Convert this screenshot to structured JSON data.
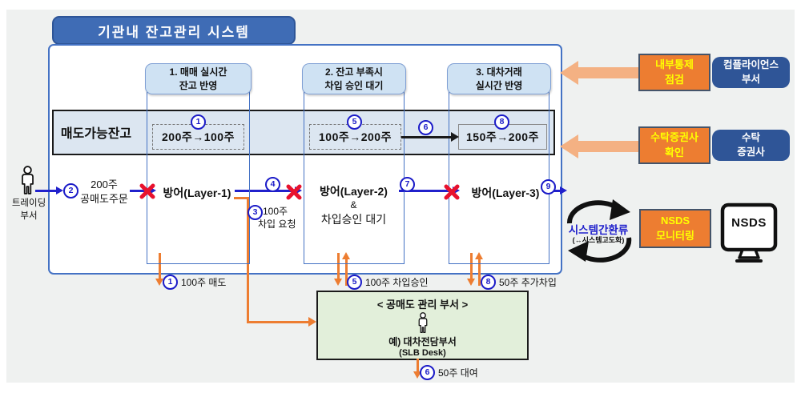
{
  "title": "기관내 잔고관리 시스템",
  "panel": {
    "band_label": "매도가능잔고",
    "columns": [
      {
        "header1": "1. 매매 실시간",
        "header2": "잔고 반영",
        "badge": "1",
        "cell": "200주→100주"
      },
      {
        "header1": "2. 잔고 부족시",
        "header2": "차입 승인 대기",
        "badge": "5",
        "cell": "100주→200주"
      },
      {
        "header1": "3. 대차거래",
        "header2": "실시간 반영",
        "badge": "8",
        "cell": "150주→200주"
      }
    ],
    "cell_flow_badge": "6"
  },
  "flow": {
    "actor1": "트레이딩",
    "actor2": "부서",
    "badge2": "2",
    "order1": "200주",
    "order2": "공매도주문",
    "layer1": "방어(Layer-1)",
    "badge4": "4",
    "layer2": "방어(Layer-2)",
    "layer2b": "&",
    "layer2c": "차입승인 대기",
    "badge7": "7",
    "layer3": "방어(Layer-3)",
    "badge9": "9",
    "badge3": "3",
    "borrow1": "100주",
    "borrow2": "차입 요청"
  },
  "bottom": {
    "sell_badge": "1",
    "sell": "100주 매도",
    "approve_badge": "5",
    "approve": "100주 차입승인",
    "extra_badge": "8",
    "extra": "50주 추가차입",
    "lend_badge": "6",
    "lend": "50주 대여",
    "dept_title": "< 공매도 관리 부서 >",
    "dept_line1": "예) 대차전담부서",
    "dept_line2": "(SLB Desk)"
  },
  "right": {
    "check1a": "내부통제",
    "check1b": "점검",
    "org1a": "컴플라이언스",
    "org1b": "부서",
    "check2a": "수탁증권사",
    "check2b": "확인",
    "org2a": "수탁",
    "org2b": "증권사",
    "nsds1": "NSDS",
    "nsds2": "모니터링",
    "monitor_label": "NSDS",
    "feedback": "시스템간환류",
    "feedback_sub": "(↔시스템고도화)"
  },
  "colors": {
    "accent_blue": "#4472c4",
    "deep_blue": "#2f5597",
    "flow_blue": "#2121cc",
    "orange": "#ed7d31",
    "peach": "#f4b183",
    "yellow": "#ffff00",
    "band_fill": "#dce6f1",
    "header_fill": "#cfe2f3",
    "green_fill": "#e2efda",
    "red": "#e8112d"
  }
}
